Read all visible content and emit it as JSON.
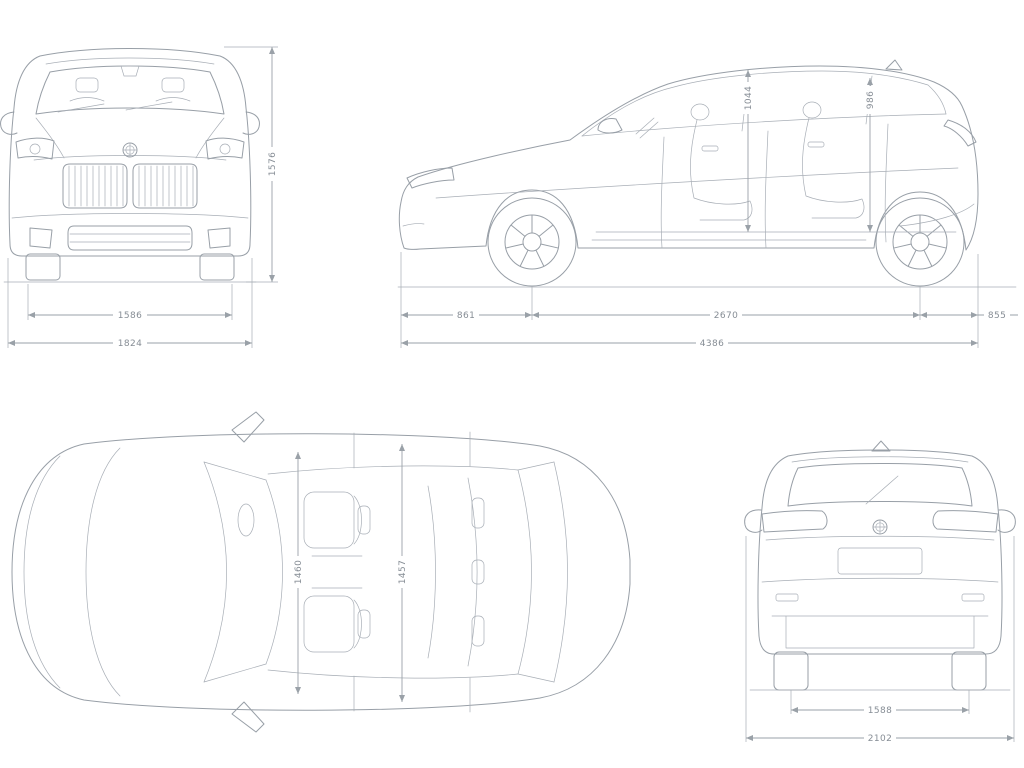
{
  "drawing": {
    "background_color": "#ffffff",
    "line_color": "#989fa7",
    "dimension_line_color": "#9aa1a8",
    "label_color": "#868d95",
    "brand_icon": "bmw-roundel"
  },
  "views": {
    "front": {
      "height": "1576",
      "track": "1586",
      "width": "1824"
    },
    "side": {
      "interior_height_front": "1044",
      "interior_height_rear": "986",
      "front_overhang": "861",
      "wheelbase": "2670",
      "rear_overhang": "855",
      "length": "4386"
    },
    "top": {
      "interior_width_front": "1460",
      "interior_width_rear": "1457"
    },
    "rear": {
      "track": "1588",
      "width_mirrors": "2102"
    }
  }
}
